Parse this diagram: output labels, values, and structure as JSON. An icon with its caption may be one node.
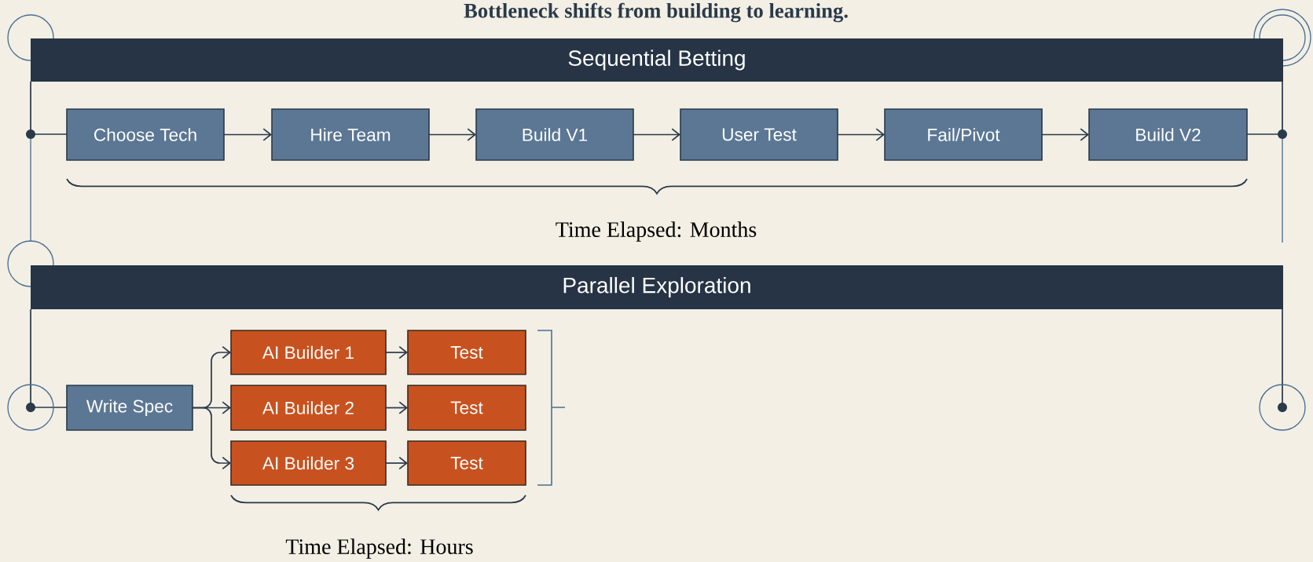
{
  "diagram": {
    "title": "Bottleneck shifts from building to learning.",
    "nodes": [
      {
        "text": [
          "Sequential Betting"
        ]
      },
      {
        "text": [
          "Choose Tech"
        ]
      },
      {
        "text": [
          "Hire Team"
        ]
      },
      {
        "text": [
          "Build V1"
        ]
      },
      {
        "text": [
          "User Test"
        ]
      },
      {
        "text": [
          "Fail/Pivot"
        ]
      },
      {
        "text": [
          "Build V2"
        ]
      },
      {
        "text": [
          "Parallel Exploration"
        ]
      },
      {
        "text": [
          "Write Spec"
        ]
      },
      {
        "text": [
          "AI Builder 1"
        ]
      },
      {
        "text": [
          "AI Builder 2"
        ]
      },
      {
        "text": [
          "AI Builder 3"
        ]
      },
      {
        "text": [
          "Test"
        ]
      },
      {
        "text": [
          "Test"
        ]
      },
      {
        "text": [
          "Test"
        ]
      }
    ],
    "edges": [
      {
        "from": 1,
        "to": 2,
        "arrow": "to"
      },
      {
        "from": 2,
        "to": 3,
        "arrow": "to"
      },
      {
        "from": 3,
        "to": 4,
        "arrow": "to"
      },
      {
        "from": 4,
        "to": 5,
        "arrow": "to"
      },
      {
        "from": 5,
        "to": 6,
        "arrow": "to"
      },
      {
        "from": 8,
        "to": 9,
        "arrow": "to"
      },
      {
        "from": 8,
        "to": 10,
        "arrow": "to"
      },
      {
        "from": 8,
        "to": 11,
        "arrow": "to"
      },
      {
        "from": 9,
        "to": 12,
        "arrow": "to"
      },
      {
        "from": 10,
        "to": 13,
        "arrow": "to"
      },
      {
        "from": 11,
        "to": 14,
        "arrow": "to"
      }
    ],
    "labels": [
      "Time Elapsed: Months",
      "Time Elapsed: Hours"
    ]
  }
}
